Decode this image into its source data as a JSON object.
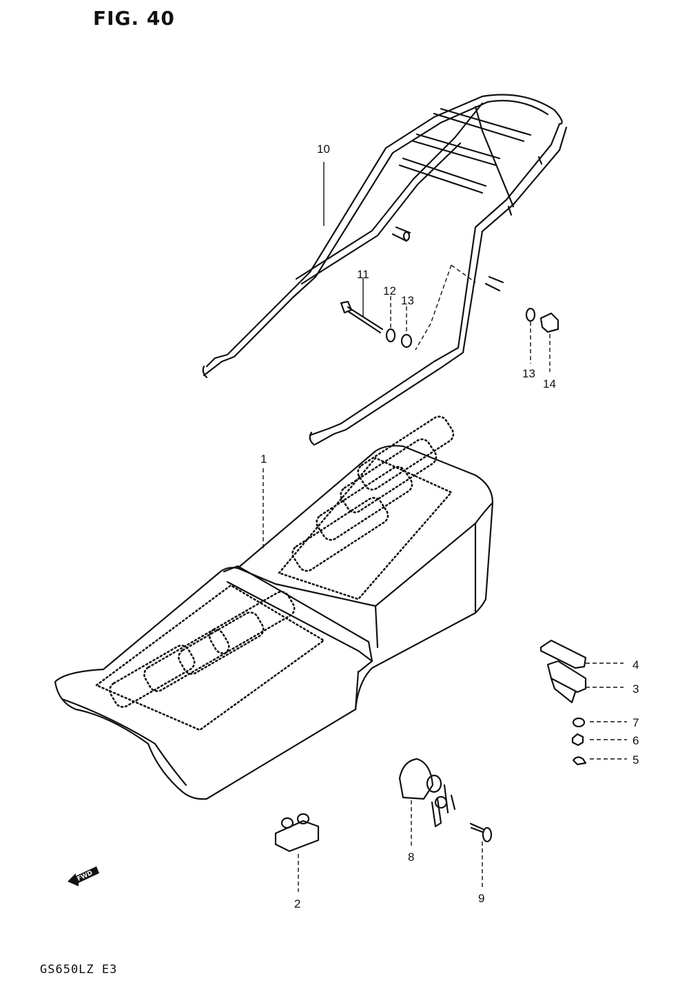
{
  "figure": {
    "title": "FIG. 40"
  },
  "footer": {
    "model_code": "GS650LZ E3"
  },
  "fwd_label": "FWD",
  "parts": [
    {
      "ref": "1"
    },
    {
      "ref": "2"
    },
    {
      "ref": "3"
    },
    {
      "ref": "4"
    },
    {
      "ref": "5"
    },
    {
      "ref": "6"
    },
    {
      "ref": "7"
    },
    {
      "ref": "8"
    },
    {
      "ref": "9"
    },
    {
      "ref": "10"
    },
    {
      "ref": "11"
    },
    {
      "ref": "12"
    },
    {
      "ref": "13"
    },
    {
      "ref": "13"
    },
    {
      "ref": "14"
    }
  ]
}
